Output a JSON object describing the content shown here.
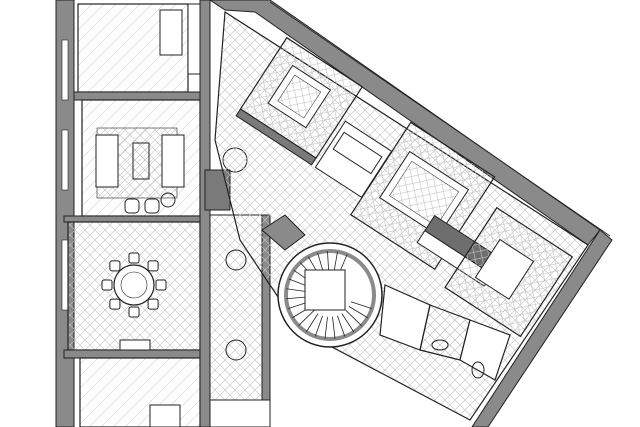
{
  "plan": {
    "colors": {
      "background": "#ffffff",
      "wall": "#8a8a8a",
      "wall_dark": "#5a5a5a",
      "line": "#1a1a1a",
      "hatch": "#b8b8b8",
      "cabinet": "#7a7a7a"
    },
    "rooms": [
      {
        "id": "top-left-bedroom"
      },
      {
        "id": "living-room"
      },
      {
        "id": "dining-room"
      },
      {
        "id": "bottom-left-room"
      },
      {
        "id": "central-corridor"
      },
      {
        "id": "upper-wing-bedroom"
      },
      {
        "id": "dressing-room"
      },
      {
        "id": "master-bedroom"
      },
      {
        "id": "far-right-bedroom"
      },
      {
        "id": "spiral-stair"
      },
      {
        "id": "bathroom"
      }
    ],
    "dining_table_seats": 8
  }
}
